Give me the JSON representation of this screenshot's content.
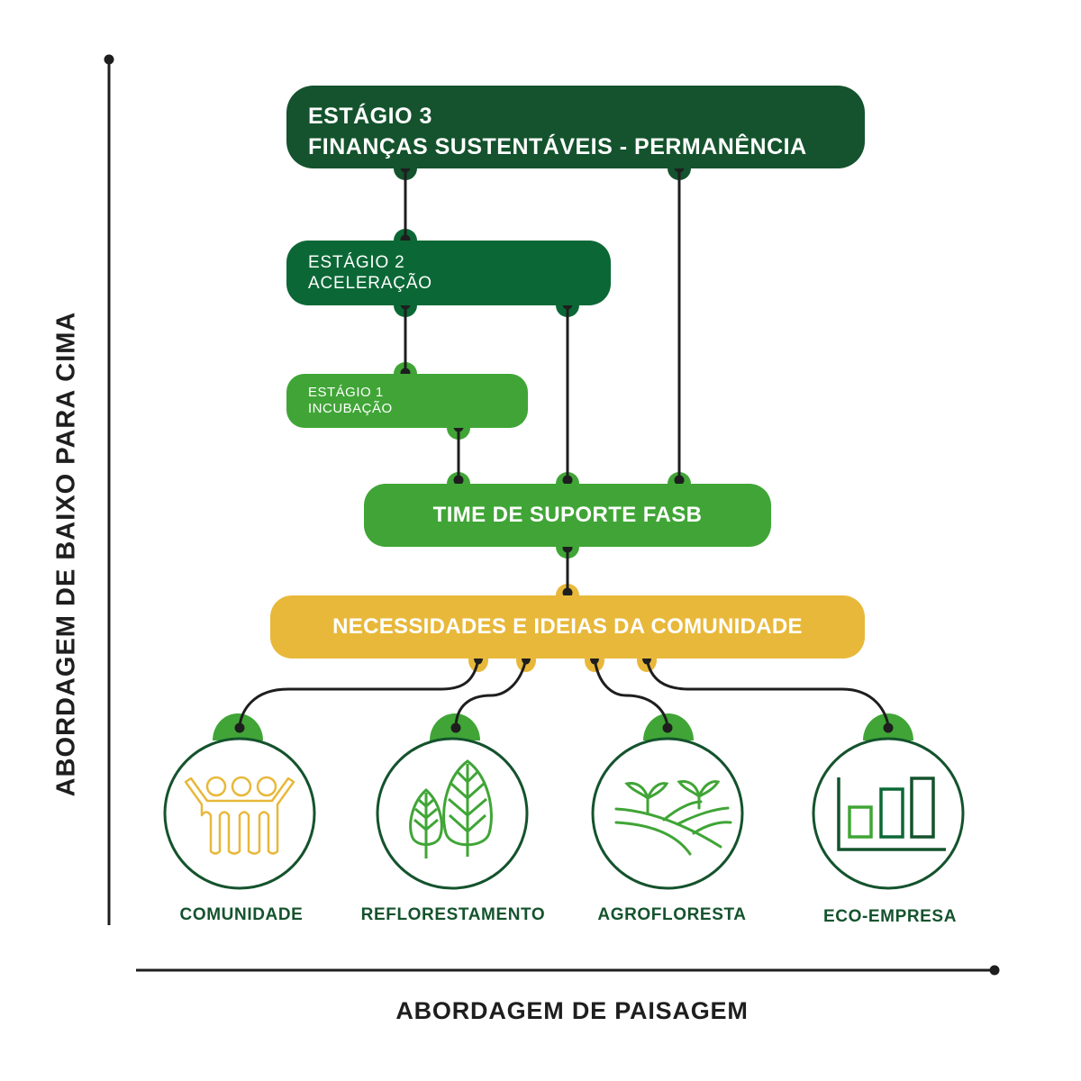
{
  "colors": {
    "dark_green": "#14532d",
    "mid_green": "#0b6836",
    "light_green": "#40a536",
    "yellow": "#e8b83a",
    "connector": "#1e1e1e"
  },
  "axes": {
    "y_title": "ABORDAGEM DE BAIXO PARA CIMA",
    "x_title": "ABORDAGEM DE PAISAGEM"
  },
  "stages": {
    "stage3": {
      "line1": "ESTÁGIO 3",
      "line2": "FINANÇAS SUSTENTÁVEIS - PERMANÊNCIA"
    },
    "stage2": {
      "line1": "ESTÁGIO 2",
      "line2": "ACELERAÇÃO"
    },
    "stage1": {
      "line1": "ESTÁGIO 1",
      "line2": "INCUBAÇÃO"
    }
  },
  "support_team": "TIME DE SUPORTE FASB",
  "community_needs": "NECESSIDADES E IDEIAS DA COMUNIDADE",
  "pillars": [
    {
      "label": "COMUNIDADE",
      "icon": "people-group-icon"
    },
    {
      "label": "REFLORESTAMENTO",
      "icon": "leaves-icon"
    },
    {
      "label": "AGROFLORESTA",
      "icon": "sprouting-field-icon"
    },
    {
      "label": "ECO-EMPRESA",
      "icon": "bar-chart-icon"
    }
  ]
}
